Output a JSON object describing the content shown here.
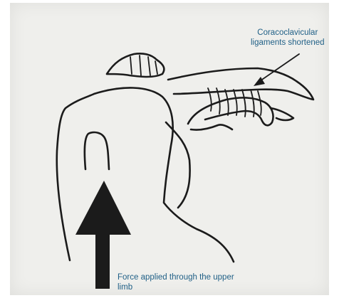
{
  "diagram": {
    "annotations": {
      "ligaments_line1": "Coracoclavicular",
      "ligaments_line2": "ligaments shortened",
      "force_line1": "Force applied through the upper",
      "force_line2": "limb"
    },
    "colors": {
      "paper": "#efefec",
      "ink": "#1b1b1b",
      "label_text": "#1f5f86"
    }
  }
}
